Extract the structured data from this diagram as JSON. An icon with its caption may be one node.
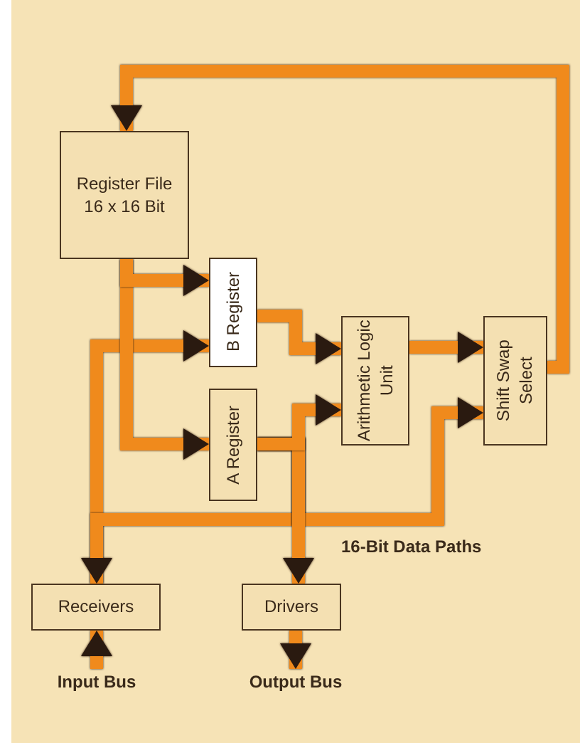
{
  "diagram": {
    "nodes": [
      {
        "text": [
          "Register File 16 x 16 Bit"
        ]
      },
      {
        "text": [
          "B Register"
        ]
      },
      {
        "text": [
          "Arithmetic Logic Unit"
        ]
      },
      {
        "text": [
          "Shift Swap Select"
        ]
      },
      {
        "text": [
          "A Register"
        ]
      },
      {
        "text": [
          "Receivers"
        ]
      },
      {
        "text": [
          "Drivers"
        ]
      },
      {
        "text": [
          "Input Bus"
        ]
      },
      {
        "text": [
          "Output Bus"
        ]
      }
    ],
    "edges": [
      {
        "from": 3,
        "to": 0,
        "arrow": "to"
      },
      {
        "from": 0,
        "to": 1,
        "arrow": "to"
      },
      {
        "from": 0,
        "to": 4,
        "arrow": "to"
      },
      {
        "from": 1,
        "to": 2,
        "arrow": "to"
      },
      {
        "from": 2,
        "to": 3,
        "arrow": "to"
      },
      {
        "from": 4,
        "to": 2,
        "arrow": "to"
      },
      {
        "from": 4,
        "to": 6,
        "arrow": "to"
      },
      {
        "from": 4,
        "to": 3,
        "arrow": "to"
      },
      {
        "from": 4,
        "to": 5,
        "arrow": "to"
      },
      {
        "from": 5,
        "to": 1,
        "arrow": "to"
      },
      {
        "from": 7,
        "to": 5,
        "arrow": "to"
      },
      {
        "from": 6,
        "to": 8,
        "arrow": "to"
      }
    ],
    "labels": [
      "16-Bit Data Paths"
    ]
  }
}
